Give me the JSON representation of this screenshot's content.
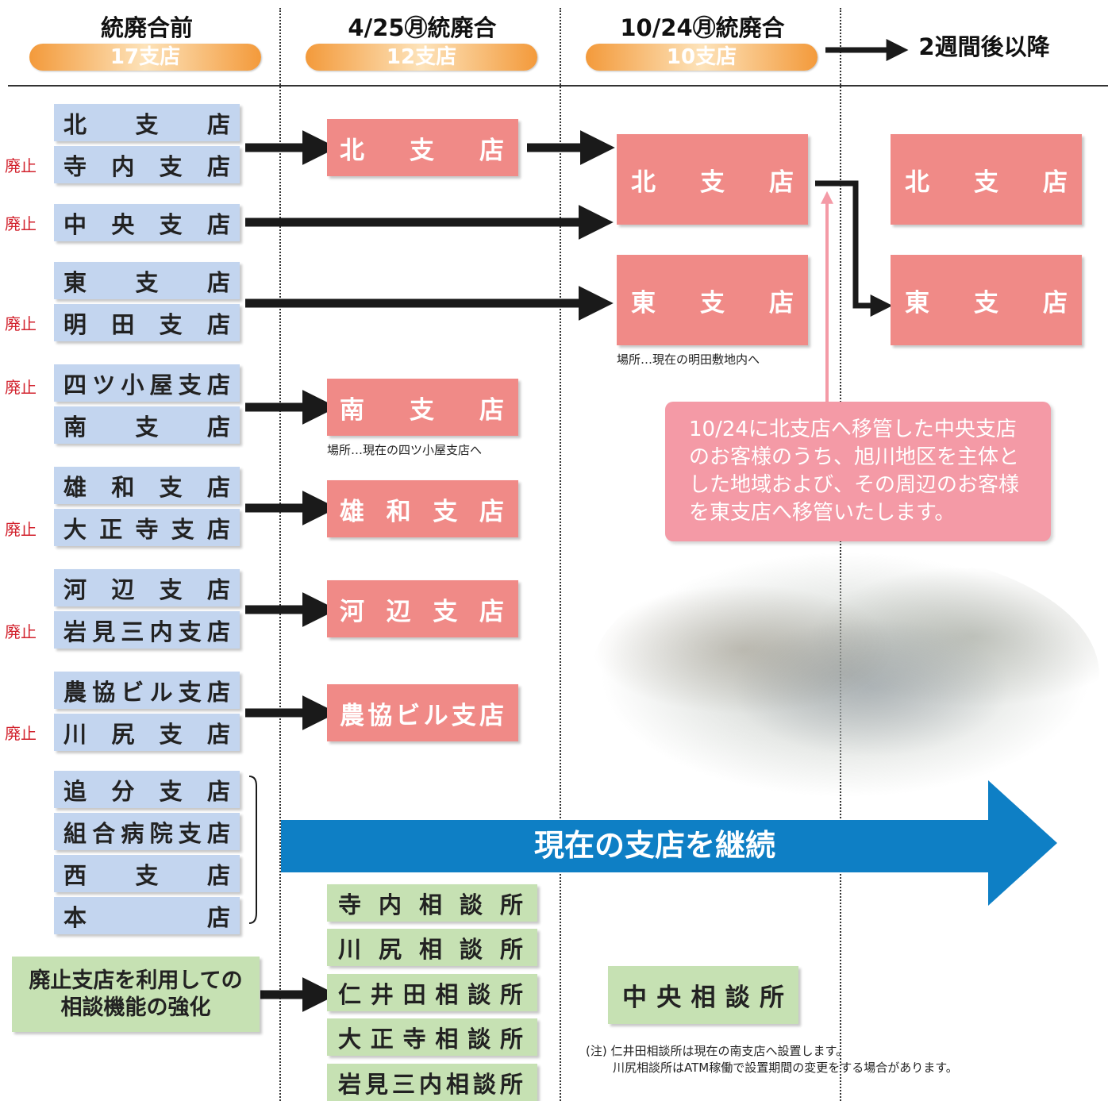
{
  "header": {
    "col1_title": "統廃合前",
    "col1_count": "17支店",
    "col2_title": "4/25㊊統廃合",
    "col2_count": "12支店",
    "col3_title": "10/24㊊統廃合",
    "col3_count": "10支店",
    "col4_title": "2週間後以降"
  },
  "abolished_label": "廃止",
  "before_branches": [
    {
      "name": "北支店",
      "abolished": false
    },
    {
      "name": "寺内支店",
      "abolished": true
    },
    {
      "name": "中央支店",
      "abolished": true
    },
    {
      "name": "東支店",
      "abolished": false
    },
    {
      "name": "明田支店",
      "abolished": true
    },
    {
      "name": "四ツ小屋支店",
      "abolished": true
    },
    {
      "name": "南支店",
      "abolished": false
    },
    {
      "name": "雄和支店",
      "abolished": false
    },
    {
      "name": "大正寺支店",
      "abolished": true
    },
    {
      "name": "河辺支店",
      "abolished": false
    },
    {
      "name": "岩見三内支店",
      "abolished": true
    },
    {
      "name": "農協ビル支店",
      "abolished": false
    },
    {
      "name": "川尻支店",
      "abolished": true
    },
    {
      "name": "追分支店",
      "abolished": false
    },
    {
      "name": "組合病院支店",
      "abolished": false
    },
    {
      "name": "西支店",
      "abolished": false
    },
    {
      "name": "本店",
      "abolished": false
    }
  ],
  "apr_branches": [
    "北支店",
    "南支店",
    "雄和支店",
    "河辺支店",
    "農協ビル支店"
  ],
  "apr_south_note": "場所…現在の四ツ小屋支店へ",
  "oct_branches": [
    "北支店",
    "東支店"
  ],
  "oct_east_note": "場所…現在の明田敷地内へ",
  "later_branches": [
    "北支店",
    "東支店"
  ],
  "pink_note": "10/24に北支店へ移管した中央支店のお客様のうち、旭川地区を主体とした地域および、その周辺のお客様を東支店へ移管いたします。",
  "continue_label": "現在の支店を継続",
  "consult_source": {
    "line1": "廃止支店を利用しての",
    "line2": "相談機能の強化"
  },
  "consult_offices": [
    "寺内相談所",
    "川尻相談所",
    "仁井田相談所",
    "大正寺相談所",
    "岩見三内相談所"
  ],
  "center_consult": "中央相談所",
  "footnote": {
    "line1": "(注) 仁井田相談所は現在の南支店へ設置します。",
    "line2": "川尻相談所はATM稼働で設置期間の変更をする場合があります。"
  },
  "colors": {
    "blue_box": "#c3d5ef",
    "red_box": "#f08a87",
    "green_box": "#c6e1b3",
    "pink_note": "#f49aa6",
    "arrow_blue": "#0e7fc5",
    "abolished_red": "#d2222d",
    "pill_orange": "#f39a3b"
  }
}
